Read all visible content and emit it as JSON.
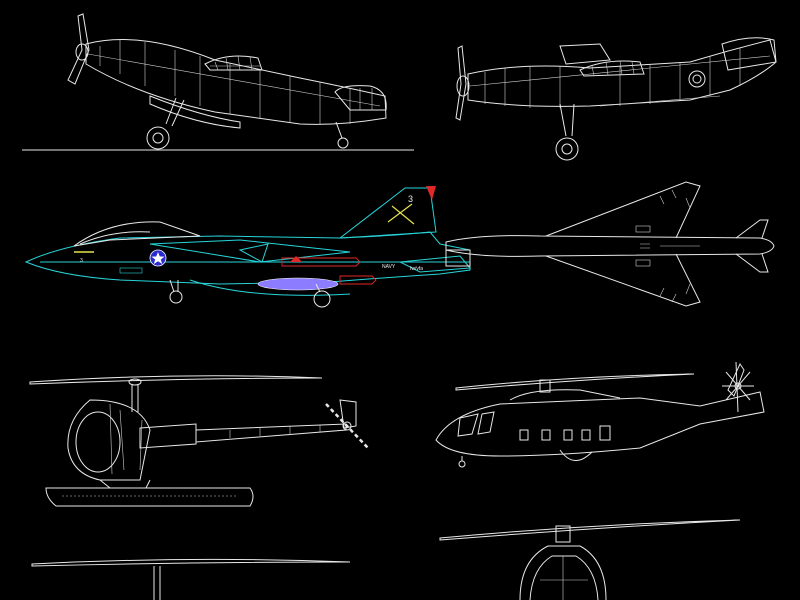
{
  "drawing": {
    "background": "#000000",
    "line_color": "#e8e8e8",
    "accent_cyan": "#27d4d8",
    "accent_purple": "#8c7cff",
    "accent_red": "#e02828",
    "accent_yellow": "#e6e24a",
    "insignia_blue": "#2a2ad0"
  },
  "jet": {
    "tail_number": "3",
    "nose_number": "3",
    "service_mark": "NAVY",
    "small_mark": "fw/vfa"
  }
}
